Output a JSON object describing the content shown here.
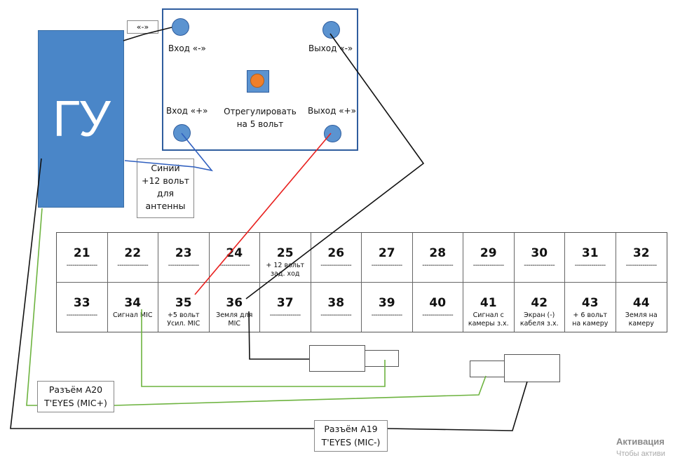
{
  "head_unit": {
    "label": "ГУ",
    "color": "#4a86c8"
  },
  "board": {
    "input_minus": "Вход «-»",
    "output_minus": "Выход «-»",
    "input_plus": "Вход «+»",
    "output_plus": "Выход «+»",
    "adjust": "Отрегулировать на 5 вольт"
  },
  "minus_tag": "«-»",
  "blue_note": [
    "Синий",
    "+12 вольт",
    "для",
    "антенны"
  ],
  "pin_table": [
    {
      "num": "21",
      "desc": "---------------"
    },
    {
      "num": "22",
      "desc": "---------------"
    },
    {
      "num": "23",
      "desc": "---------------"
    },
    {
      "num": "24",
      "desc": "---------------"
    },
    {
      "num": "25",
      "desc": "+ 12 вольт\nзад. ход"
    },
    {
      "num": "26",
      "desc": "---------------"
    },
    {
      "num": "27",
      "desc": "---------------"
    },
    {
      "num": "28",
      "desc": "---------------"
    },
    {
      "num": "29",
      "desc": "---------------"
    },
    {
      "num": "30",
      "desc": "---------------"
    },
    {
      "num": "31",
      "desc": "---------------"
    },
    {
      "num": "32",
      "desc": "---------------"
    },
    {
      "num": "33",
      "desc": "---------------"
    },
    {
      "num": "34",
      "desc": "Сигнал MIC"
    },
    {
      "num": "35",
      "desc": "+5 вольт\nУсил. MIC"
    },
    {
      "num": "36",
      "desc": "Земля для\nMIC"
    },
    {
      "num": "37",
      "desc": "---------------"
    },
    {
      "num": "38",
      "desc": "---------------"
    },
    {
      "num": "39",
      "desc": "---------------"
    },
    {
      "num": "40",
      "desc": "---------------"
    },
    {
      "num": "41",
      "desc": "Сигнал с\nкамеры з.х."
    },
    {
      "num": "42",
      "desc": "Экран (-)\nкабеля з.х."
    },
    {
      "num": "43",
      "desc": "+ 6 вольт\nна камеру"
    },
    {
      "num": "44",
      "desc": "Земля на\nкамеру"
    }
  ],
  "connector_a20": [
    "Разъём А20",
    "T'EYES (MIC+)"
  ],
  "connector_a19": [
    "Разъём А19",
    "T'EYES (MIC-)"
  ],
  "watermark": {
    "line1": "Активация",
    "line2": "Чтобы активи"
  },
  "colors": {
    "wire_black": "#111111",
    "wire_red": "#e8201e",
    "wire_green": "#6db33f",
    "wire_blue": "#2f5fbf",
    "node": "#5b93d0",
    "regulator_knob": "#ef7f2a"
  }
}
